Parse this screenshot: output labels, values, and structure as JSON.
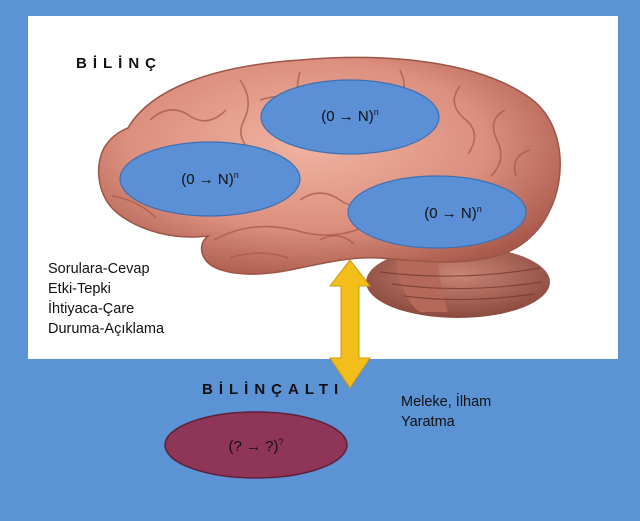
{
  "conscious": {
    "title": "BİLİNÇ",
    "ovals": [
      {
        "text": "(0 → N)",
        "exp": "n"
      },
      {
        "text": "(0 → N)",
        "exp": "n"
      },
      {
        "text": "(0 → N)",
        "exp": "n"
      }
    ],
    "items": [
      "Sorulara-Cevap",
      "Etki-Tepki",
      "İhtiyaca-Çare",
      "Duruma-Açıklama"
    ]
  },
  "subconscious": {
    "title": "BİLİNÇALTI",
    "oval": {
      "text": "(? → ?)",
      "exp": "?"
    },
    "items": [
      "Meleke, İlham",
      "Yaratma"
    ]
  },
  "colors": {
    "background": "#5b93d4",
    "panel": "#ffffff",
    "oval_fill": "#5b8fd6",
    "sub_oval_fill": "#8f3558",
    "arrow": "#f3be1a",
    "brain": "#dc8f7e"
  }
}
